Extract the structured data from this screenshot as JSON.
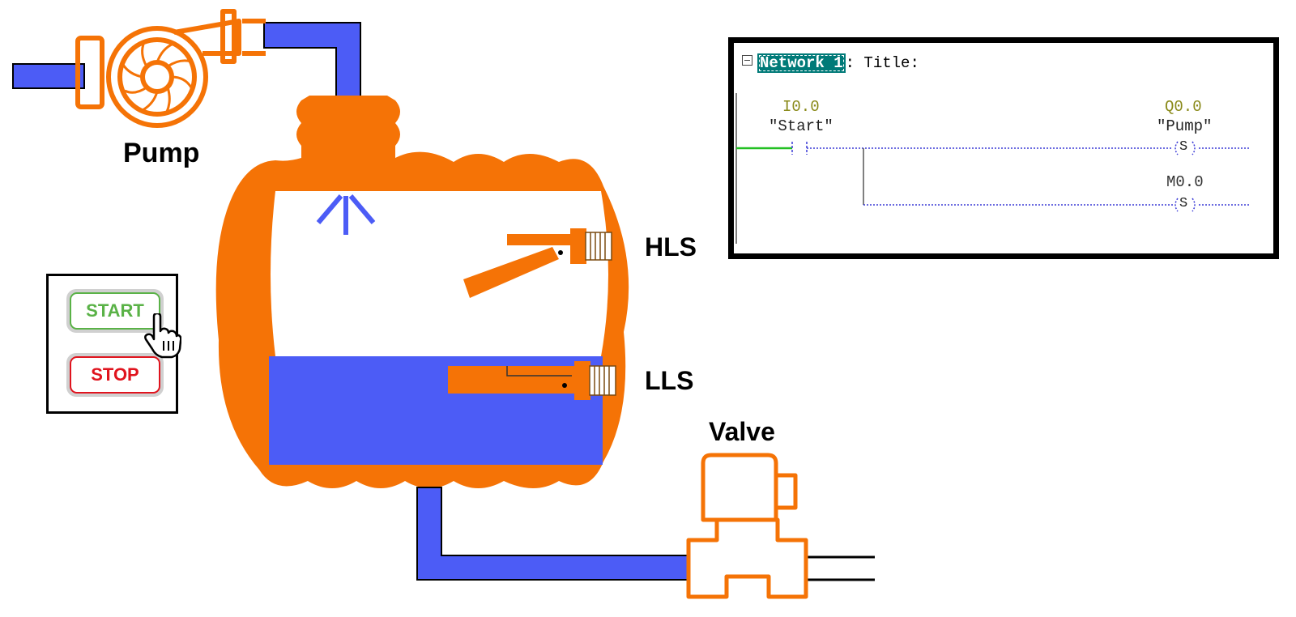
{
  "labels": {
    "pump": "Pump",
    "hls": "HLS",
    "lls": "LLS",
    "valve": "Valve"
  },
  "control_panel": {
    "start_label": "START",
    "stop_label": "STOP"
  },
  "ladder": {
    "network_name": "Network 1",
    "title_text": ": Title:",
    "contact": {
      "address": "I0.0",
      "symbol": "\"Start\""
    },
    "coils": [
      {
        "address": "Q0.0",
        "symbol": "\"Pump\"",
        "type": "S"
      },
      {
        "address": "M0.0",
        "symbol": "",
        "type": "S"
      }
    ]
  },
  "colors": {
    "equipment_orange": "#f57306",
    "water_blue": "#4c5cf6",
    "rail_green": "#22c022",
    "wire_dotted_blue": "#3a3ad6",
    "start_green": "#5ab247",
    "stop_red": "#e0141e"
  }
}
